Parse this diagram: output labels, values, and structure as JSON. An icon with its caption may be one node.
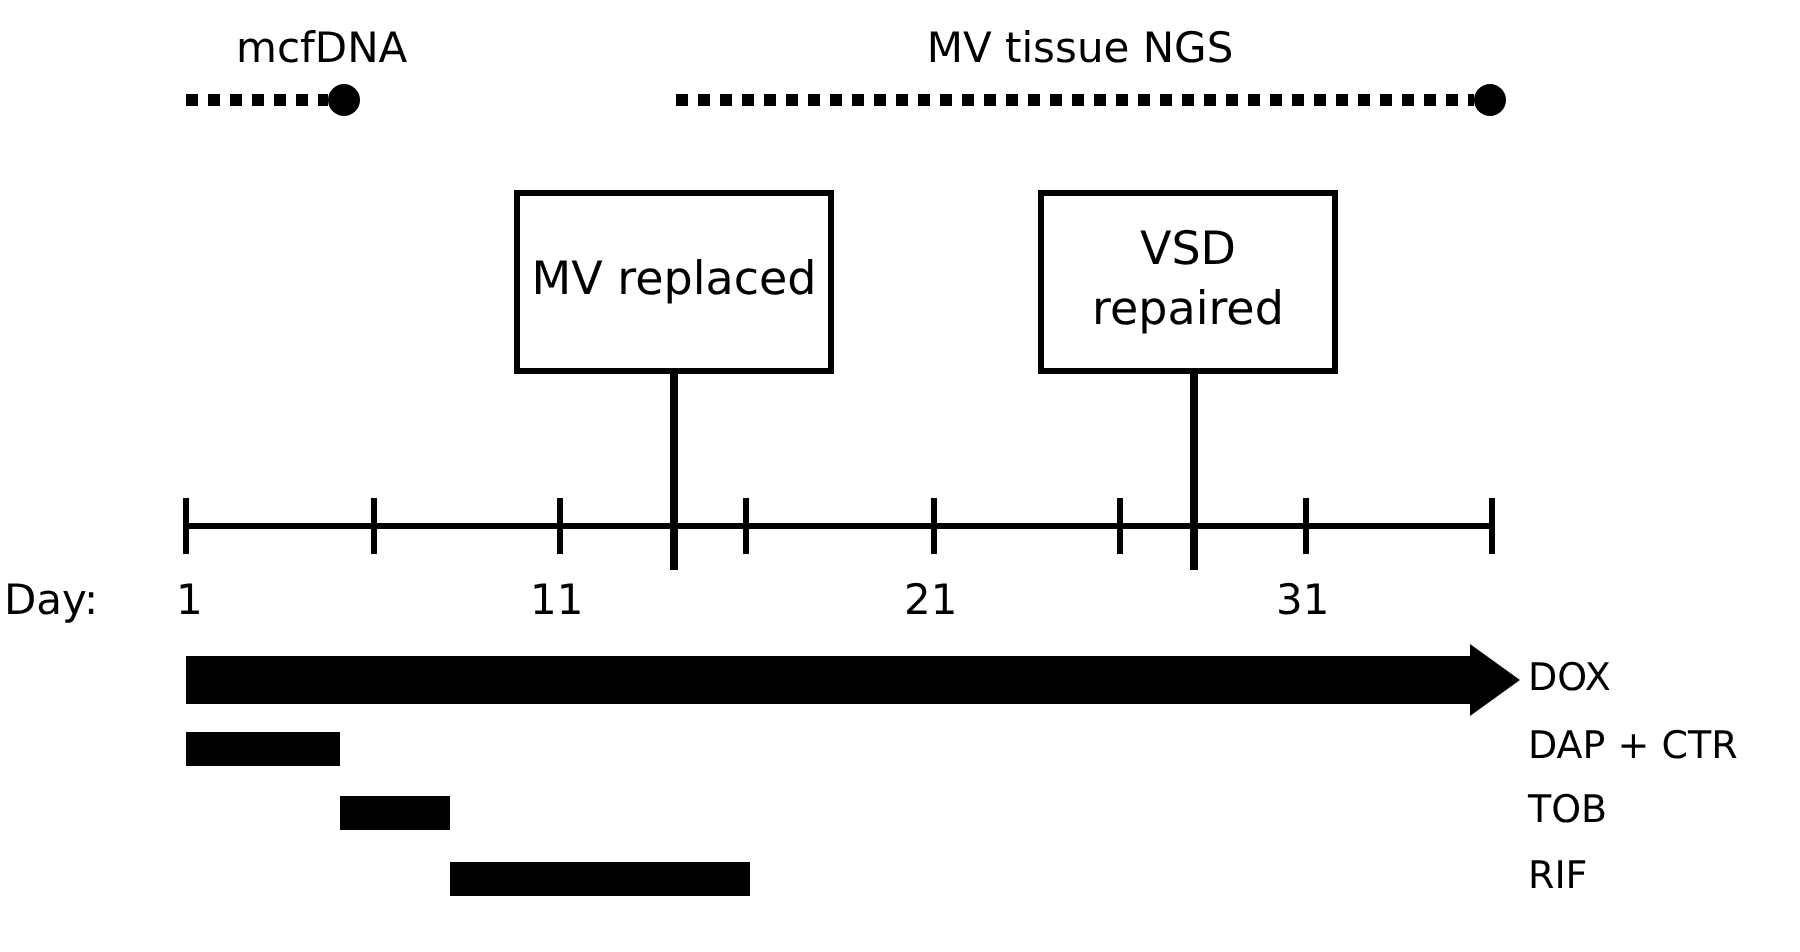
{
  "diagram": {
    "nodes": [
      {
        "text": [
          "MV replaced"
        ]
      },
      {
        "text": [
          "VSD repaired"
        ]
      }
    ],
    "labels": [
      "mcfDNA",
      "MV tissue NGS",
      "Day:",
      "1",
      "11",
      "21",
      "31",
      "DOX",
      "DAP + CTR",
      "TOB",
      "RIF"
    ]
  }
}
